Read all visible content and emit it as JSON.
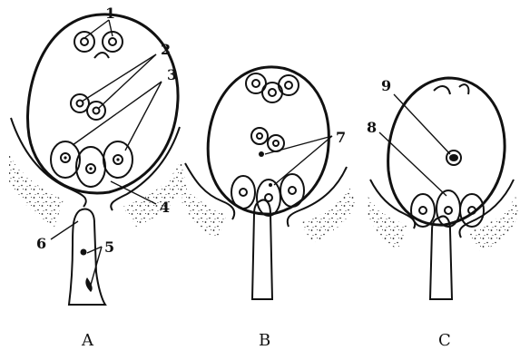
{
  "figure": {
    "panels": [
      {
        "id": "A",
        "label": "A"
      },
      {
        "id": "B",
        "label": "B"
      },
      {
        "id": "C",
        "label": "C"
      }
    ],
    "callouts": [
      "1",
      "2",
      "3",
      "4",
      "5",
      "6",
      "7",
      "8",
      "9"
    ]
  }
}
